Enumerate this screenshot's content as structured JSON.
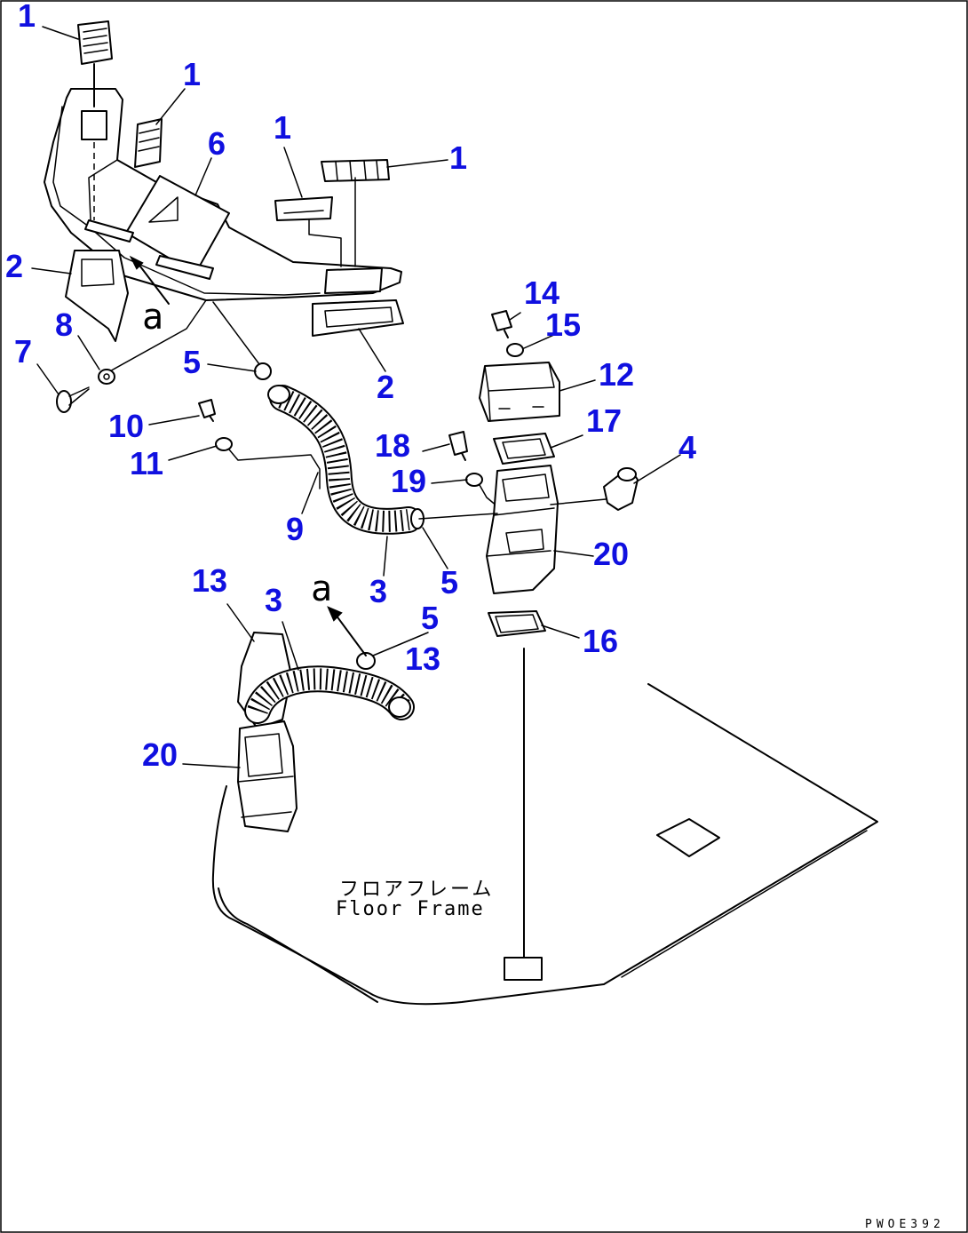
{
  "callouts": [
    {
      "id": "c1a",
      "label": "1"
    },
    {
      "id": "c1b",
      "label": "1"
    },
    {
      "id": "c1c",
      "label": "1"
    },
    {
      "id": "c1d",
      "label": "1"
    },
    {
      "id": "c6",
      "label": "6"
    },
    {
      "id": "c2a",
      "label": "2"
    },
    {
      "id": "c2b",
      "label": "2"
    },
    {
      "id": "c8",
      "label": "8"
    },
    {
      "id": "c7",
      "label": "7"
    },
    {
      "id": "c5a",
      "label": "5"
    },
    {
      "id": "c5b",
      "label": "5"
    },
    {
      "id": "c5c",
      "label": "5"
    },
    {
      "id": "c10",
      "label": "10"
    },
    {
      "id": "c11",
      "label": "11"
    },
    {
      "id": "c9",
      "label": "9"
    },
    {
      "id": "c3a",
      "label": "3"
    },
    {
      "id": "c3b",
      "label": "3"
    },
    {
      "id": "c14",
      "label": "14"
    },
    {
      "id": "c15",
      "label": "15"
    },
    {
      "id": "c12",
      "label": "12"
    },
    {
      "id": "c17",
      "label": "17"
    },
    {
      "id": "c4",
      "label": "4"
    },
    {
      "id": "c18",
      "label": "18"
    },
    {
      "id": "c19",
      "label": "19"
    },
    {
      "id": "c20a",
      "label": "20"
    },
    {
      "id": "c20b",
      "label": "20"
    },
    {
      "id": "c16",
      "label": "16"
    },
    {
      "id": "c13a",
      "label": "13"
    },
    {
      "id": "c13b",
      "label": "13"
    }
  ],
  "view_markers": {
    "upper": "a",
    "lower": "a"
  },
  "floor_frame": {
    "label_jp": "フロアフレーム",
    "label_en": "Floor Frame"
  },
  "drawing_code": "PWOE392"
}
